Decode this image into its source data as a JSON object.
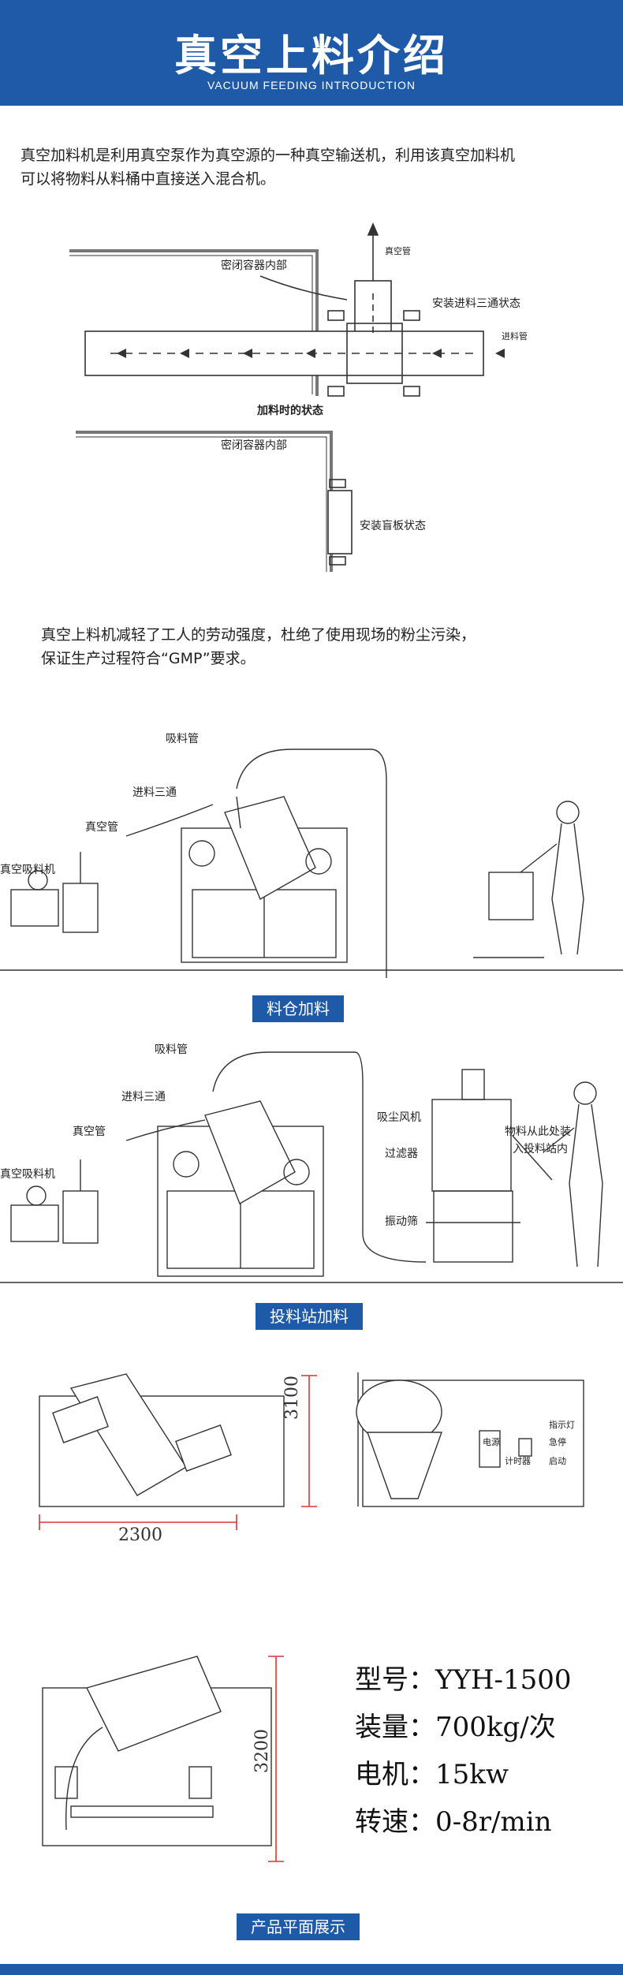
{
  "header": {
    "title": "真空上料介绍",
    "subtitle": "VACUUM FEEDING INTRODUCTION"
  },
  "intro": {
    "line1": "真空加料机是利用真空泵作为真空源的一种真空输送机，利用该真空加料机",
    "line2": "可以将物料从料桶中直接送入混合机。"
  },
  "diagram1": {
    "vacuum_pipe": "真空管",
    "sealed_inside_1": "密闭容器内部",
    "tee_state": "安装进料三通状态",
    "feed_pipe": "进料管",
    "feeding_state": "加料时的状态",
    "sealed_inside_2": "密闭容器内部",
    "blind_state": "安装盲板状态"
  },
  "benefit": {
    "line1": "真空上料机减轻了工人的劳动强度，杜绝了使用现场的粉尘污染，",
    "line2": "保证生产过程符合“GMP”要求。"
  },
  "diagram2": {
    "suction_pipe": "吸料管",
    "feed_tee": "进料三通",
    "vacuum_pipe": "真空管",
    "vacuum_loader": "真空吸料机",
    "caption": "料仓加料"
  },
  "diagram3": {
    "suction_pipe": "吸料管",
    "feed_tee": "进料三通",
    "vacuum_pipe": "真空管",
    "vacuum_loader": "真空吸料机",
    "dust_fan": "吸尘风机",
    "filter": "过滤器",
    "vibrating_screen": "振动筛",
    "note_line1": "物料从此处装",
    "note_line2": "入投料站内",
    "caption": "投料站加料"
  },
  "drawing": {
    "width_dim": "2300",
    "height_dim_1": "3100",
    "height_dim_2": "3200",
    "panel_power": "电源",
    "panel_timer": "计时器",
    "panel_indicator": "指示灯",
    "panel_stop": "急停",
    "panel_start": "启动"
  },
  "specs": {
    "model": "型号：YYH-1500",
    "capacity": "装量：700kg/次",
    "motor": "电机：15kw",
    "speed": "转速：0-8r/min"
  },
  "footer": {
    "caption": "产品平面展示"
  }
}
